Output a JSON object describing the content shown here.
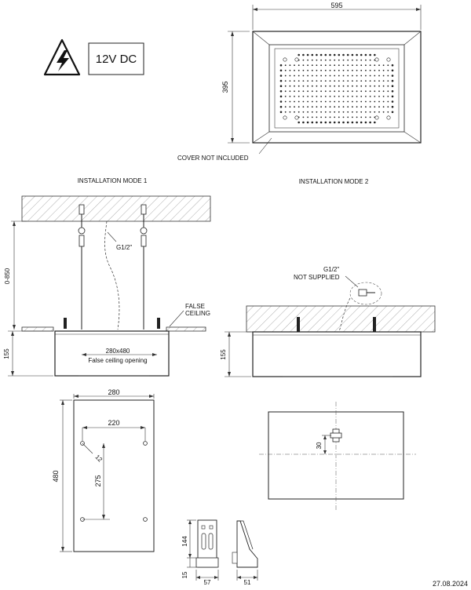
{
  "warning": {
    "label": "12V DC",
    "icon": "high-voltage-warning-icon"
  },
  "top_view": {
    "width_dim": "595",
    "height_dim": "395",
    "note": "COVER NOT INCLUDED"
  },
  "mode1": {
    "title": "INSTALLATION MODE 1",
    "pipe_label": "G1/2\"",
    "height_range": "0-850",
    "false_ceiling": [
      "FALSE",
      "CEILING"
    ],
    "body_height": "155",
    "opening_size": "280x480",
    "opening_label": "False ceiling opening"
  },
  "mode2": {
    "title": "INSTALLATION MODE 2",
    "pipe_label": "G1/2\"",
    "not_supplied": "NOT SUPPLIED",
    "body_height": "155"
  },
  "bracket_plan": {
    "width": "280",
    "inner_width": "220",
    "hole_dia": "12",
    "inner_height": "275",
    "height": "480"
  },
  "bottom_plan": {
    "offset": "30"
  },
  "bracket_detail": {
    "height": "144",
    "base": "15",
    "width": "57",
    "depth": "51"
  },
  "date": "27.08.2024"
}
